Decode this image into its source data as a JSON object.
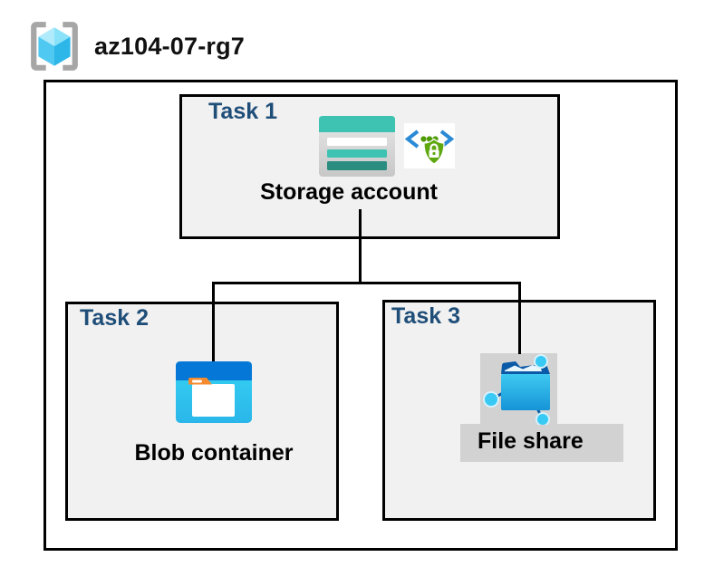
{
  "header": {
    "title": "az104-07-rg7",
    "icon": "resource-group-icon"
  },
  "tasks": [
    {
      "label": "Task 1",
      "item": "Storage account",
      "icons": [
        "storage-account-icon",
        "secure-access-icon"
      ]
    },
    {
      "label": "Task 2",
      "item": "Blob container",
      "icons": [
        "blob-container-icon"
      ]
    },
    {
      "label": "Task 3",
      "item": "File share",
      "icons": [
        "file-share-icon"
      ]
    }
  ],
  "connections": [
    {
      "from": "Storage account",
      "to": "Blob container"
    },
    {
      "from": "Storage account",
      "to": "File share"
    }
  ],
  "colors": {
    "task_label": "#1F4E79",
    "box_fill": "#F1F1F1",
    "outline": "#000000",
    "highlight_gray": "#D2D2D2",
    "storage_teal": "#3EC3B3",
    "storage_teal_dark": "#2A8D80",
    "blob_header_blue": "#0578D7",
    "blob_body_cyan": "#33CFF2",
    "folder_tab_orange": "#F68A2E",
    "secure_green": "#5FA80F",
    "code_bracket_blue": "#2B8AD6",
    "fileshare_navy": "#0B5AA8",
    "fileshare_cyan": "#38CAF5",
    "bracket_gray": "#A6A6A6"
  }
}
